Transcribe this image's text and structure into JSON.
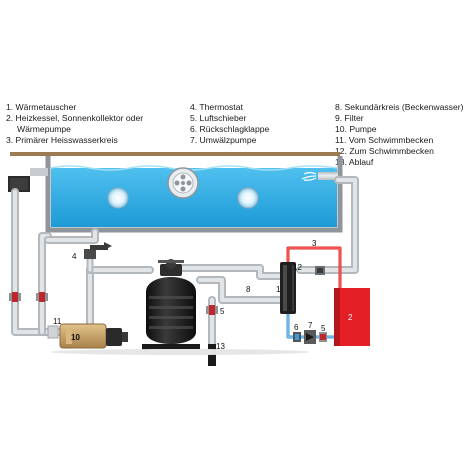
{
  "legend": {
    "col1": [
      "1. Wärmetauscher",
      "2. Heizkessel, Sonnenkollektor oder",
      "Wärmepumpe",
      "3. Primärer Heisswasserkreis"
    ],
    "col2": [
      "4. Thermostat",
      "5. Luftschieber",
      "6. Rückschlagklappe",
      "7. Umwälzpumpe"
    ],
    "col3": [
      "8. Sekundärkreis (Beckenwasser)",
      "9. Filter",
      "10. Pumpe",
      "11. Vom Schwimmbecken",
      "12. Zum Schwimmbecken",
      "13. Ablauf"
    ]
  },
  "labels": {
    "n1": "1",
    "n2": "2",
    "n3": "3",
    "n4": "4",
    "n5a": "5",
    "n5b": "5",
    "n6": "6",
    "n7": "7",
    "n8": "8",
    "n10": "10",
    "n11": "11",
    "n12": "12",
    "n13": "13"
  },
  "colors": {
    "water": "#29a9e1",
    "pool_frame": "#8f959b",
    "deck": "#9c7b52",
    "pipe": "#d3d6d9",
    "hot_circuit": "#e02a2a",
    "cold_circuit": "#3a9ad9",
    "boiler": "#e31e24",
    "filter_tank": "#1e1e1e",
    "pump": "#c9a46a",
    "valve": "#c0272d"
  }
}
